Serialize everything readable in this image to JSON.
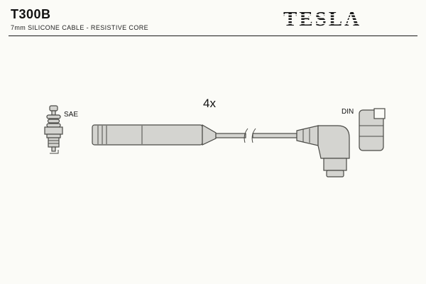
{
  "header": {
    "part_number": "T300B",
    "description": "7mm SILICONE CABLE - RESISTIVE CORE",
    "brand": "TESLA"
  },
  "diagram": {
    "quantity_label": "4x",
    "plug_standard_label": "SAE",
    "connector_standard_label": "DIN",
    "icons": [
      "spark-plug-icon",
      "straight-boot",
      "cable-with-break",
      "elbow-boot",
      "din-connector-icon"
    ]
  },
  "colors": {
    "background": "#fbfbf7",
    "part_fill": "#d4d4d0",
    "outline": "#4a4a46",
    "text": "#111111"
  }
}
